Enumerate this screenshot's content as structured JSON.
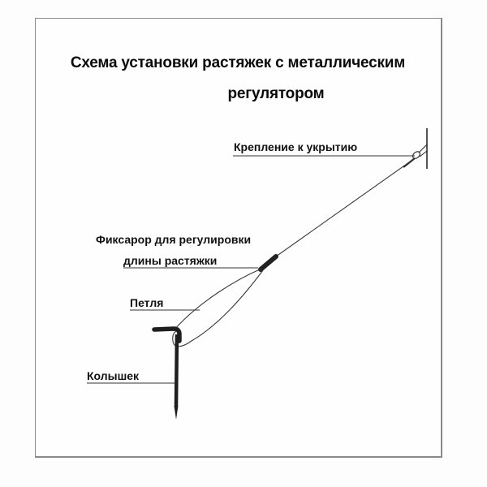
{
  "title": {
    "line1": "Схема установки растяжек с металлическим",
    "line2": "регулятором"
  },
  "labels": {
    "attachment": "Крепление к укрытию",
    "adjuster_line1": "Фиксарор  для регулировки",
    "adjuster_line2": "длины растяжки",
    "loop": "Петля",
    "stake": "Колышек"
  },
  "colors": {
    "background": "#fdfdfd",
    "frame": "#8a8a8a",
    "ink": "#1a1a1a",
    "rope": "#3a3a3a"
  }
}
